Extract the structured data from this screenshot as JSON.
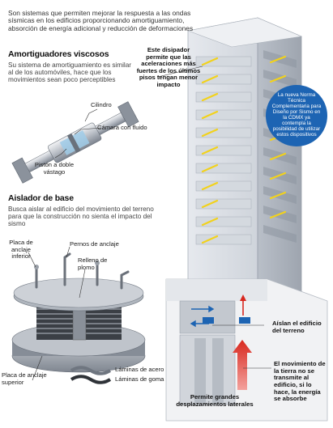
{
  "intro": "Son sistemas que permiten mejorar la respuesta a las ondas sísmicas en los edificios proporcionando amortiguamiento, absorción de energía adicional y reducción de deformaciones",
  "dampers": {
    "title": "Amortiguadores viscosos",
    "text": "Su sistema de amortiguamiento es similar al de los automóviles, hace que los movimientos sean poco perceptibles",
    "labels": {
      "cylinder": "Cilindro",
      "fluid_chamber": "Cámara con fluido",
      "piston": "Pistón a doble vástago"
    }
  },
  "base_isolator": {
    "title": "Aislador de base",
    "text": "Busca aislar al edificio del movimiento del terreno para que la construcción no sienta el impacto del sismo",
    "labels": {
      "lower_plate": "Placa de anclaje inferior",
      "anchor_bolts": "Pernos de anclaje",
      "lead_fill": "Relleno de plomo",
      "upper_plate": "Placa de anclaje superior",
      "steel_sheets": "Láminas de acero",
      "rubber_sheets": "Láminas de goma"
    }
  },
  "building": {
    "damper_note": "Este disipador permite que las aceleraciones más fuertes de los últimos pisos tengan menor impacto",
    "badge": "La nueva Norma Técnica Complementaria para Diseño por Sismo en la CDMX ya contempla la posibilidad de utilizar estos dispositivos",
    "isolate": "Aíslan el edificio del terreno",
    "ground_motion": "El movimiento de la tierra no se transmite al edificio, si lo hace, la energía se absorbe",
    "lateral": "Permite grandes desplazamientos laterales"
  },
  "colors": {
    "accent_blue": "#1d64b3",
    "arrow_red": "#d8281f",
    "building": "#dfe3e8",
    "damper_yellow": "#f2d21b"
  }
}
